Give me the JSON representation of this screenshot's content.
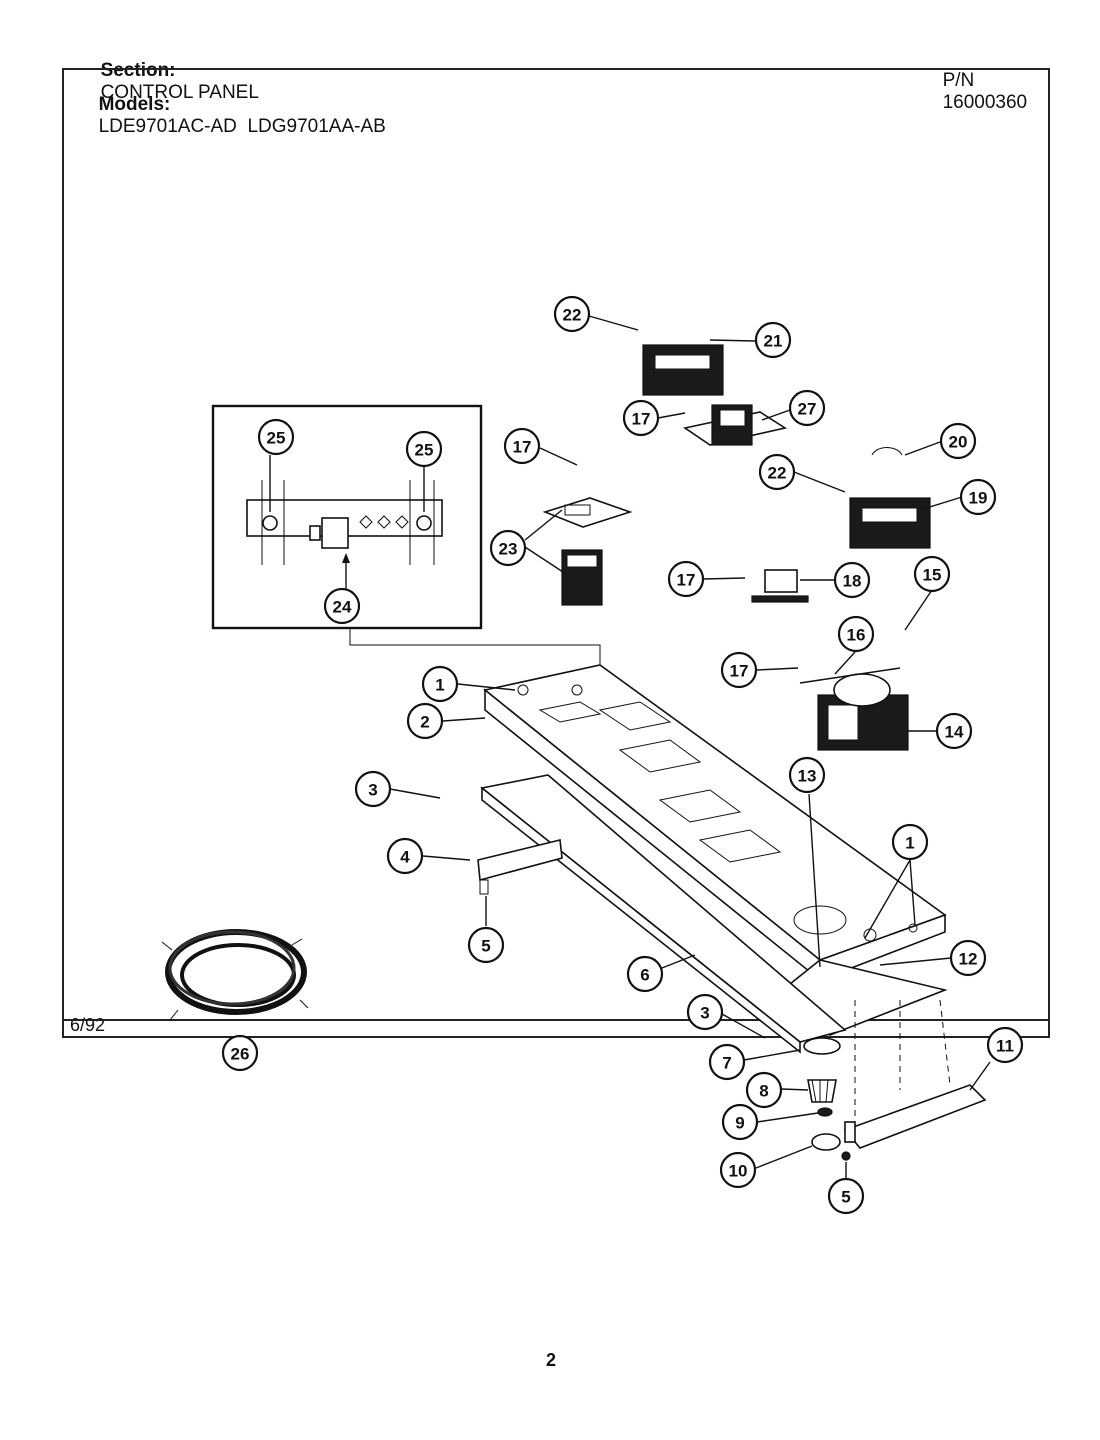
{
  "header": {
    "section_label": "Section:",
    "section_value": "CONTROL PANEL",
    "pn_label": "P/N",
    "pn_value": "16000360",
    "models_label": "Models:",
    "models_value": "LDE9701AC-AD  LDG9701AA-AB"
  },
  "footer": {
    "date": "6/92",
    "page_number": "2"
  },
  "callouts": [
    {
      "id": "c22a",
      "label": "22"
    },
    {
      "id": "c21",
      "label": "21"
    },
    {
      "id": "c27",
      "label": "27"
    },
    {
      "id": "c17a",
      "label": "17"
    },
    {
      "id": "c20",
      "label": "20"
    },
    {
      "id": "c22b",
      "label": "22"
    },
    {
      "id": "c19",
      "label": "19"
    },
    {
      "id": "c17b",
      "label": "17"
    },
    {
      "id": "c23",
      "label": "23"
    },
    {
      "id": "c17c",
      "label": "17"
    },
    {
      "id": "c18",
      "label": "18"
    },
    {
      "id": "c15",
      "label": "15"
    },
    {
      "id": "c16",
      "label": "16"
    },
    {
      "id": "c17d",
      "label": "17"
    },
    {
      "id": "c14",
      "label": "14"
    },
    {
      "id": "c25a",
      "label": "25"
    },
    {
      "id": "c25b",
      "label": "25"
    },
    {
      "id": "c24",
      "label": "24"
    },
    {
      "id": "c1a",
      "label": "1"
    },
    {
      "id": "c2",
      "label": "2"
    },
    {
      "id": "c3a",
      "label": "3"
    },
    {
      "id": "c4",
      "label": "4"
    },
    {
      "id": "c5a",
      "label": "5"
    },
    {
      "id": "c13",
      "label": "13"
    },
    {
      "id": "c1b",
      "label": "1"
    },
    {
      "id": "c12",
      "label": "12"
    },
    {
      "id": "c6",
      "label": "6"
    },
    {
      "id": "c26",
      "label": "26"
    },
    {
      "id": "c3b",
      "label": "3"
    },
    {
      "id": "c7",
      "label": "7"
    },
    {
      "id": "c11",
      "label": "11"
    },
    {
      "id": "c8",
      "label": "8"
    },
    {
      "id": "c9",
      "label": "9"
    },
    {
      "id": "c10",
      "label": "10"
    },
    {
      "id": "c5b",
      "label": "5"
    }
  ]
}
